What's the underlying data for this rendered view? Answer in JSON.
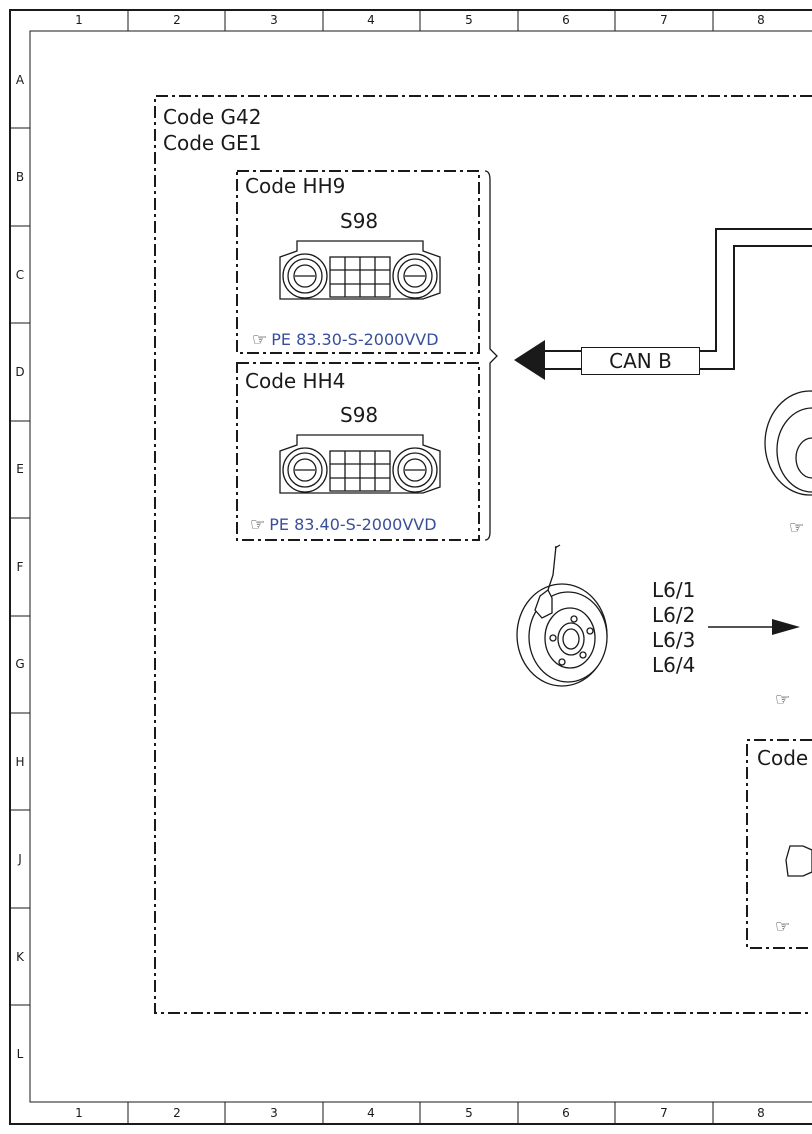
{
  "grid": {
    "columns": [
      "1",
      "2",
      "3",
      "4",
      "5",
      "6",
      "7",
      "8"
    ],
    "rows": [
      "A",
      "B",
      "C",
      "D",
      "E",
      "F",
      "G",
      "H",
      "J",
      "K",
      "L"
    ]
  },
  "outer_group": {
    "codes": [
      "Code G42",
      "Code GE1"
    ]
  },
  "group_hh9": {
    "code": "Code HH9",
    "component": "S98",
    "reference": "PE 83.30-S-2000VVD"
  },
  "group_hh4": {
    "code": "Code HH4",
    "component": "S98",
    "reference": "PE 83.40-S-2000VVD"
  },
  "bus": {
    "label": "CAN B"
  },
  "sensor_labels": [
    "L6/1",
    "L6/2",
    "L6/3",
    "L6/4"
  ],
  "partial_group": {
    "code": "Code"
  },
  "icons": {
    "reference": "pointing-hand-icon",
    "sensor": "wheel-speed-sensor-icon",
    "control_unit": "climate-control-panel-icon"
  }
}
